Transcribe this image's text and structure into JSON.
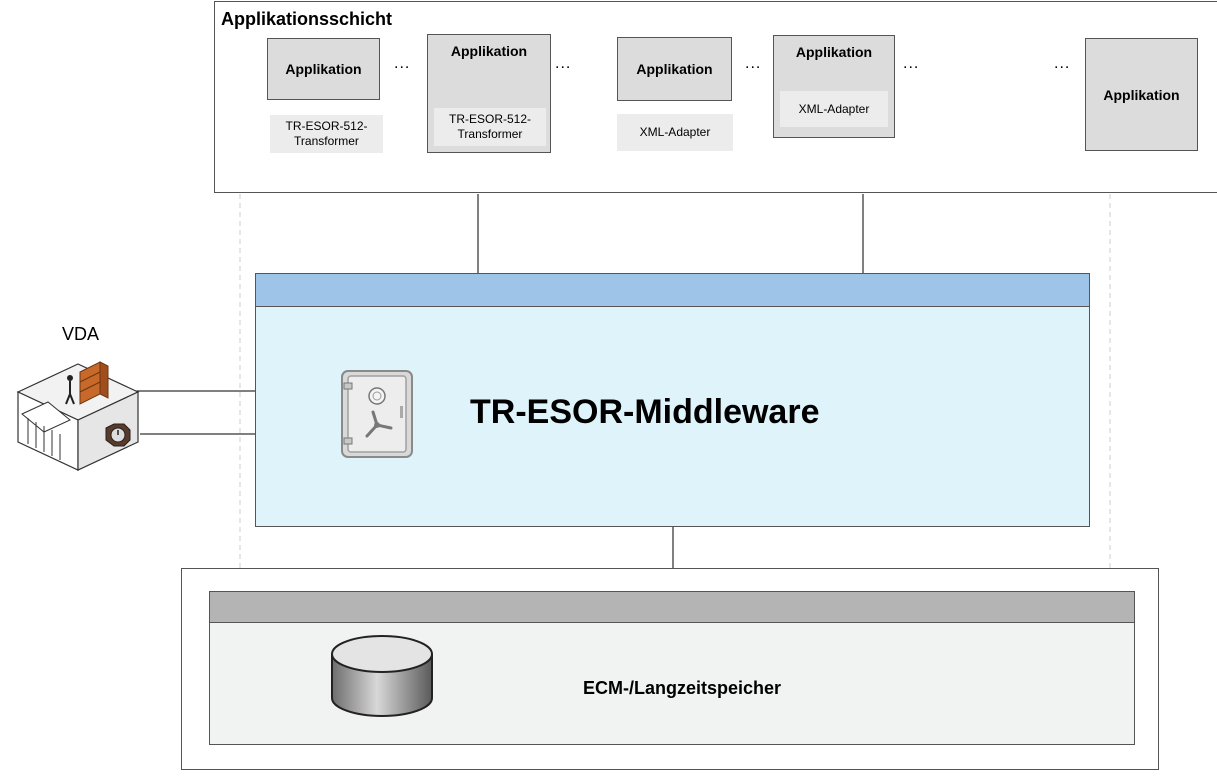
{
  "app_layer": {
    "title": "Applikationsschicht",
    "apps": [
      {
        "label": "Applikation",
        "sub": "TR-ESOR-512-\nTransformer"
      },
      {
        "label": "Applikation",
        "sub": "TR-ESOR-512-\nTransformer"
      },
      {
        "label": "Applikation",
        "sub": "XML-Adapter"
      },
      {
        "label": "Applikation",
        "sub": "XML-Adapter"
      },
      {
        "label": "Applikation",
        "sub": ""
      }
    ],
    "ellipsis": "..."
  },
  "middleware": {
    "title": "TR-ESOR-Middleware",
    "icon": "safe-icon"
  },
  "vda": {
    "label": "VDA",
    "icon": "building-icon"
  },
  "storage": {
    "title": "ECM-/Langzeitspeicher",
    "icon": "database-icon"
  },
  "colors": {
    "middleware_header": "#9ec4e8",
    "middleware_body": "#def3fa",
    "storage_header": "#b4b4b4",
    "storage_body": "#f1f2f2",
    "app_box": "#dcdcdc"
  }
}
